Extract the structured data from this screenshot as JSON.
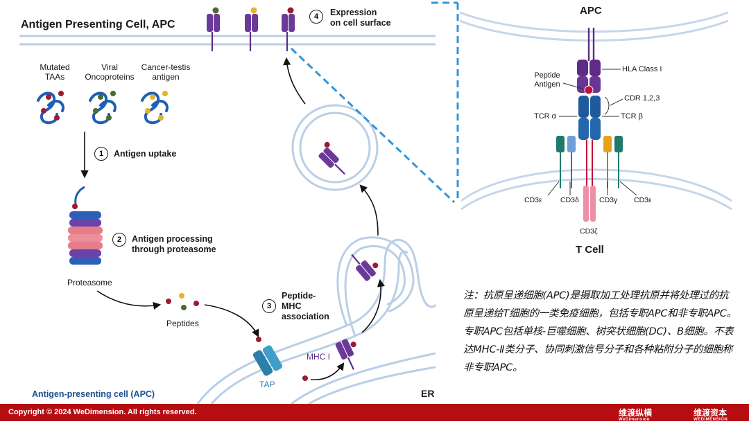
{
  "left_panel": {
    "title": "Antigen Presenting Cell, APC",
    "bottom_label": "Antigen-presenting cell (APC)",
    "er_label": "ER",
    "sources": [
      "Mutated TAAs",
      "Viral Oncoproteins",
      "Cancer-testis antigen"
    ],
    "sources_lines": [
      [
        "Mutated",
        "TAAs"
      ],
      [
        "Viral",
        "Oncoproteins"
      ],
      [
        "Cancer-testis",
        "antigen"
      ]
    ],
    "steps": [
      {
        "num": "1",
        "lines": [
          "Antigen uptake"
        ]
      },
      {
        "num": "2",
        "lines": [
          "Antigen processing",
          "through proteasome"
        ]
      },
      {
        "num": "3",
        "lines": [
          "Peptide-",
          "MHC",
          "association"
        ]
      },
      {
        "num": "4",
        "lines": [
          "Expression",
          "on cell surface"
        ]
      }
    ],
    "proteasome_label": "Proteasome",
    "peptides_label": "Peptides",
    "tap_label": "TAP",
    "mhc_label": "MHC I"
  },
  "right_panel": {
    "apc_label": "APC",
    "tcell_label": "T Cell",
    "hla_label": "HLA Class I",
    "peptide_antigen_label": [
      "Peptide",
      "Antigen"
    ],
    "cdr_label": "CDR 1,2,3",
    "tcr_alpha_label": "TCR α",
    "tcr_beta_label": "TCR β",
    "cd3_labels": [
      "CD3ε",
      "CD3δ",
      "CD3γ",
      "CD3ε"
    ],
    "cd3_zeta_label": "CD3ζ"
  },
  "note": "注：抗原呈递细胞(APC)是摄取加工处理抗原并将处理过的抗原呈递给T细胞的一类免疫细胞，包括专职APC和非专职APC。专职APC包括单核-巨噬细胞、树突状细胞(DC)、B细胞。不表达MHC-Ⅱ类分子、协同刺激信号分子和各种粘附分子的细胞称非专职APC。",
  "footer": {
    "copyright": "Copyright © 2024 WeDimension. All rights reserved.",
    "brand1": "维渡纵横",
    "brand1_sub": "WeDimension",
    "brand2": "维渡资本",
    "brand2_sub": "WEDIMENSION CAPITAL"
  },
  "colors": {
    "membrane": "#b9cfe6",
    "mhc_purple": "#5b2e86",
    "peptide_red": "#9b1b30",
    "tcr_blue": "#1f5b9c",
    "tap_teal": "#2c7fa8",
    "dashed_blue": "#2f95d8",
    "footer_red": "#b50d12"
  }
}
